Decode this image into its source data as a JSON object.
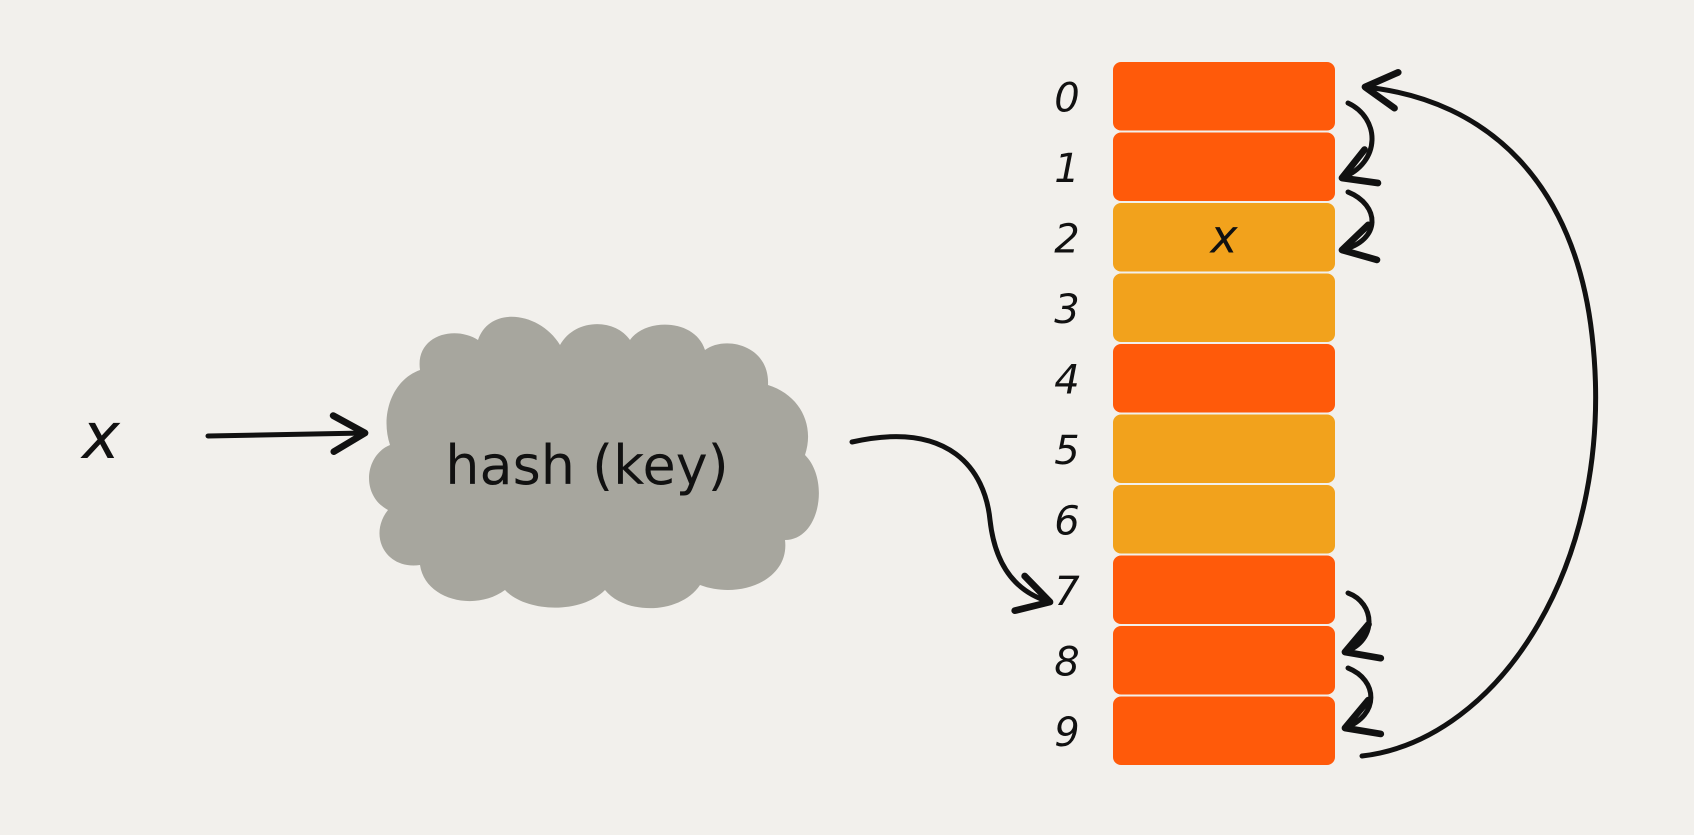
{
  "input_label": "x",
  "hash_function_label": "hash (key)",
  "colors": {
    "background": "#f2f0ec",
    "occupied_slot": "#ff5a0a",
    "empty_slot": "#f2a21c",
    "cloud": "#a7a69e",
    "ink": "#111111"
  },
  "hash_table": {
    "slots": [
      {
        "index": "0",
        "state": "occupied",
        "value": ""
      },
      {
        "index": "1",
        "state": "occupied",
        "value": ""
      },
      {
        "index": "2",
        "state": "empty",
        "value": "x"
      },
      {
        "index": "3",
        "state": "empty",
        "value": ""
      },
      {
        "index": "4",
        "state": "occupied",
        "value": ""
      },
      {
        "index": "5",
        "state": "empty",
        "value": ""
      },
      {
        "index": "6",
        "state": "empty",
        "value": ""
      },
      {
        "index": "7",
        "state": "occupied",
        "value": ""
      },
      {
        "index": "8",
        "state": "occupied",
        "value": ""
      },
      {
        "index": "9",
        "state": "occupied",
        "value": ""
      }
    ],
    "hashed_slot_index": 7,
    "probe_sequence": [
      7,
      8,
      9,
      0,
      1,
      2
    ]
  }
}
